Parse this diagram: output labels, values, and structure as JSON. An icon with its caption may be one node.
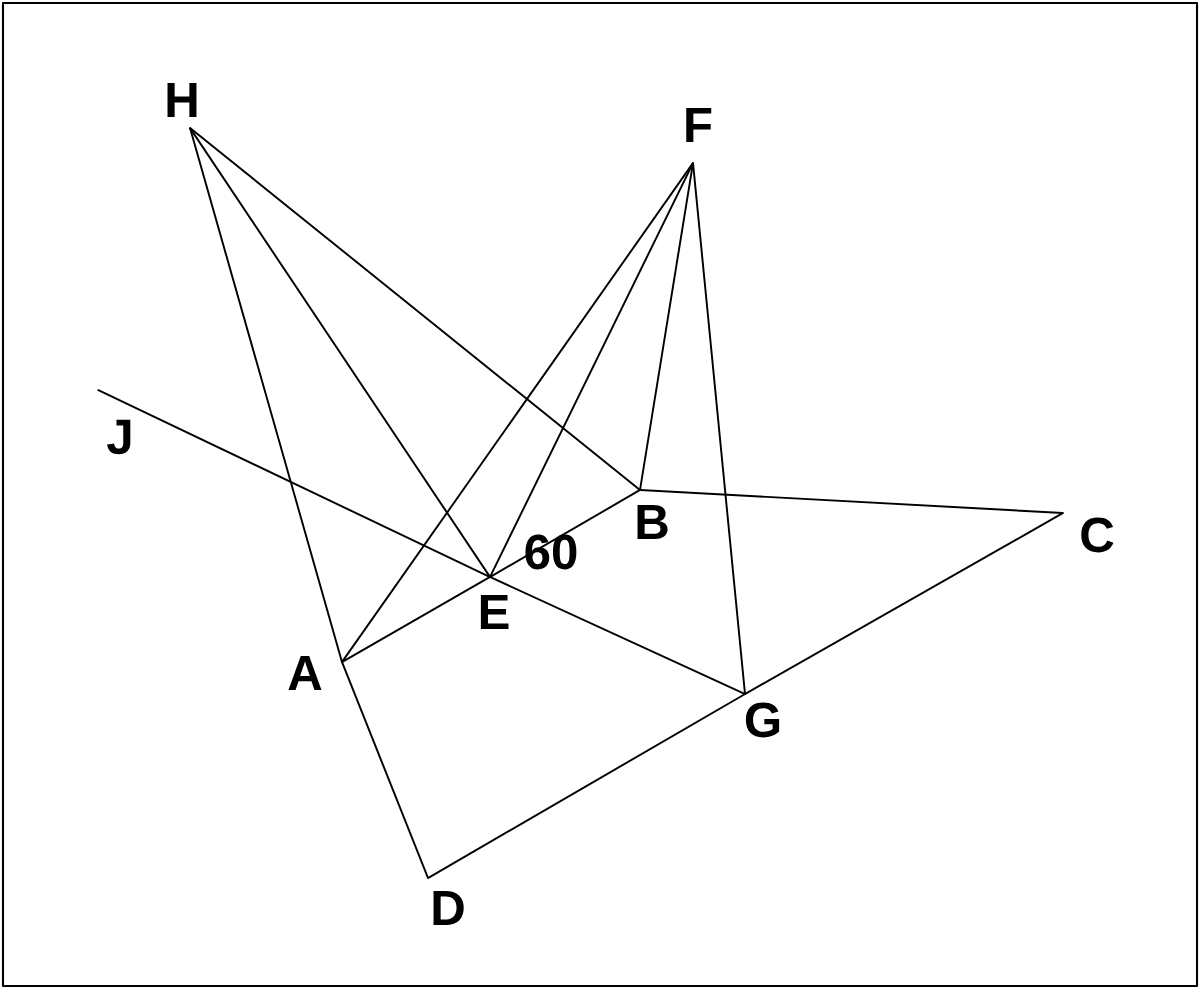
{
  "diagram": {
    "nodes": [
      {
        "text": [
          "H"
        ]
      },
      {
        "text": [
          "F"
        ]
      },
      {
        "text": [
          "J"
        ]
      },
      {
        "text": [
          "B"
        ]
      },
      {
        "text": [
          "C"
        ]
      },
      {
        "text": [
          "E"
        ]
      },
      {
        "text": [
          "A"
        ]
      },
      {
        "text": [
          "G"
        ]
      },
      {
        "text": [
          "D"
        ]
      }
    ],
    "edges": [
      {
        "from": 0,
        "to": 6,
        "arrow": "none"
      },
      {
        "from": 0,
        "to": 5,
        "arrow": "none"
      },
      {
        "from": 0,
        "to": 3,
        "arrow": "none"
      },
      {
        "from": 1,
        "to": 6,
        "arrow": "none"
      },
      {
        "from": 1,
        "to": 5,
        "arrow": "none"
      },
      {
        "from": 1,
        "to": 3,
        "arrow": "none"
      },
      {
        "from": 1,
        "to": 7,
        "arrow": "none"
      },
      {
        "from": 2,
        "to": 5,
        "arrow": "none"
      },
      {
        "from": 5,
        "to": 7,
        "arrow": "none"
      },
      {
        "from": 6,
        "to": 5,
        "arrow": "none"
      },
      {
        "from": 5,
        "to": 3,
        "arrow": "none"
      },
      {
        "from": 3,
        "to": 4,
        "arrow": "none"
      },
      {
        "from": 4,
        "to": 7,
        "arrow": "none"
      },
      {
        "from": 7,
        "to": 8,
        "arrow": "none"
      },
      {
        "from": 6,
        "to": 8,
        "arrow": "none"
      }
    ],
    "labels": [
      "60"
    ]
  }
}
